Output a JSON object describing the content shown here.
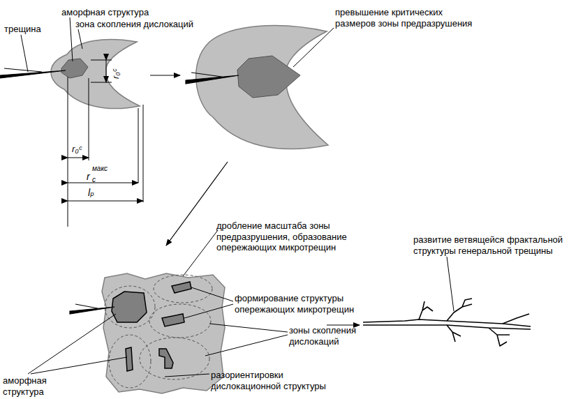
{
  "diagram": {
    "labels": [
      "трещина",
      "аморфная структура",
      "зона скопления дислокаций",
      "r₀ᶜ",
      "r₀ᶜ",
      "r",
      "c",
      "макс",
      "lₚ",
      "превышение критических размеров зоны предразрушения",
      "дробление масштаба зоны предразрушения, образование опережающих микротрещин",
      "развитие ветвящейся фрактальной структуры генеральной трещины",
      "формирование структуры опережающих микротрещин",
      "зоны скопления дислокаций",
      "аморфная структура",
      "разориентировки дислокационной структуры"
    ]
  }
}
